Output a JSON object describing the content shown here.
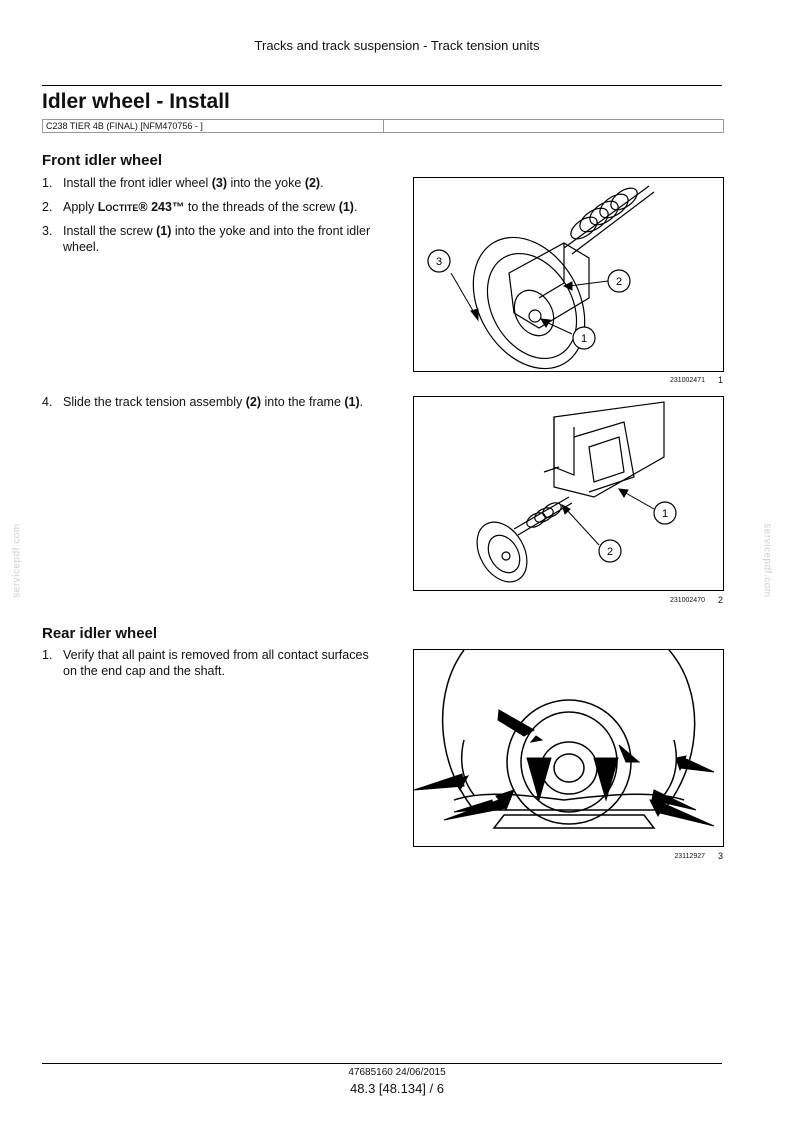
{
  "header": {
    "running_title": "Tracks and track suspension - Track tension units"
  },
  "page": {
    "title": "Idler wheel - Install",
    "applicability": "C238 TIER 4B (FINAL) [NFM470756 - ]"
  },
  "sections": {
    "front": {
      "heading": "Front idler wheel",
      "step1": {
        "num": "1.",
        "a": "Install the front idler wheel ",
        "b": "(3)",
        "c": " into the yoke ",
        "d": "(2)",
        "e": "."
      },
      "step2": {
        "num": "2.",
        "a": "Apply ",
        "b": "Loctite",
        "c": "® 243™",
        "d": " to the threads of the screw ",
        "e": "(1)",
        "f": "."
      },
      "step3": {
        "num": "3.",
        "a": "Install the screw ",
        "b": "(1)",
        "c": " into the yoke and into the front idler",
        "d": "wheel."
      },
      "step4": {
        "num": "4.",
        "a": "Slide the track tension assembly ",
        "b": "(2)",
        "c": " into the frame ",
        "d": "(1)",
        "e": "."
      }
    },
    "rear": {
      "heading": "Rear idler wheel",
      "step1": {
        "num": "1.",
        "a": "Verify that all paint is removed from all contact surfaces",
        "b": "on the end cap and the shaft."
      }
    }
  },
  "figures": {
    "fig1": {
      "id": "231002471",
      "num": "1",
      "callouts": [
        "1",
        "2",
        "3"
      ]
    },
    "fig2": {
      "id": "231002470",
      "num": "2",
      "callouts": [
        "1",
        "2"
      ]
    },
    "fig3": {
      "id": "23112927",
      "num": "3"
    }
  },
  "watermark": "servicepdf.com",
  "footer": {
    "doc": "47685160 24/06/2015",
    "page": "48.3 [48.134] / 6"
  }
}
